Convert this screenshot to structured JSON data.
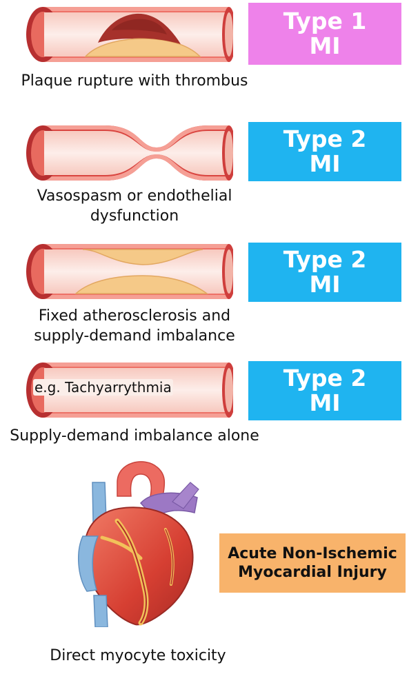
{
  "panels": [
    {
      "caption_lines": [
        "Plaque rupture with thrombus"
      ],
      "badge_lines": [
        "Type 1",
        "MI"
      ],
      "badge_color": "#ee82ea"
    },
    {
      "caption_lines": [
        "Vasospasm or endothelial",
        "dysfunction"
      ],
      "badge_lines": [
        "Type 2",
        "MI"
      ],
      "badge_color": "#1fb4f0"
    },
    {
      "caption_lines": [
        "Fixed atherosclerosis and",
        "supply-demand imbalance"
      ],
      "badge_lines": [
        "Type 2",
        "MI"
      ],
      "badge_color": "#1fb4f0"
    },
    {
      "caption_lines": [
        "Supply-demand imbalance alone"
      ],
      "inner_label": "e.g. Tachyarrythmia",
      "badge_lines": [
        "Type 2",
        "MI"
      ],
      "badge_color": "#1fb4f0"
    }
  ],
  "heart_panel": {
    "caption": "Direct myocyte toxicity",
    "box_lines": [
      "Acute Non-Ischemic",
      "Myocardial Injury"
    ],
    "box_color": "#f8b36b"
  },
  "colors": {
    "vessel_wall": "#e4504b",
    "vessel_lumen": "#f5d3cc",
    "plaque": "#f5c988",
    "thrombus": "#a6312b"
  }
}
